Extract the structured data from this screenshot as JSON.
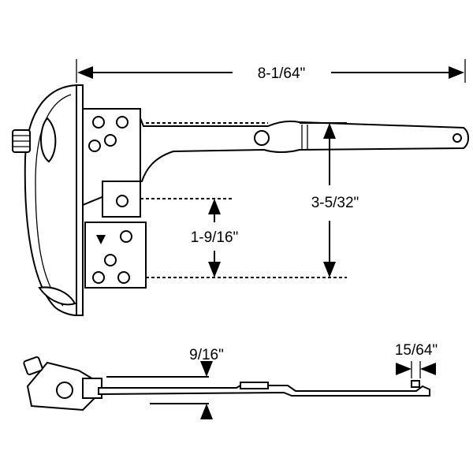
{
  "dimensions": {
    "overall_length": "8-1/64\"",
    "arm_offset": "3-5/32\"",
    "bracket_offset": "1-9/16\"",
    "side_height": "9/16\"",
    "end_hole": "15/64\""
  },
  "colors": {
    "line": "#000000",
    "background": "#ffffff"
  }
}
